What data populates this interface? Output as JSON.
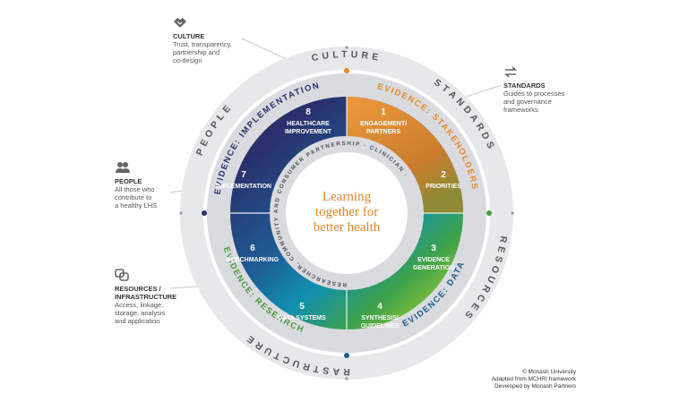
{
  "center": {
    "lines": [
      "Learning",
      "together for",
      "better health"
    ]
  },
  "inner_ring_text": "RESEARCHER, COMMUNITY AND CONSUMER PARTNERSHIP · CLINICIAN ·",
  "middle_ring": {
    "implementation": "EVIDENCE: IMPLEMENTATION",
    "stakeholders": "EVIDENCE: STAKEHOLDERS",
    "research": "EVIDENCE: RESEARCH",
    "data": "EVIDENCE: DATA"
  },
  "outer_ring": {
    "culture": "CULTURE",
    "standards": "STANDARDS",
    "infrastructure": "INFRASTRUCTURE",
    "resources": "RESOURCES",
    "people": "PEOPLE"
  },
  "segments": [
    {
      "num": "1",
      "lines": [
        "ENGAGEMENT/",
        "PARTNERS"
      ]
    },
    {
      "num": "2",
      "lines": [
        "PRIORITIES"
      ]
    },
    {
      "num": "3",
      "lines": [
        "EVIDENCE",
        "GENERATION"
      ]
    },
    {
      "num": "4",
      "lines": [
        "SYNTHESIS/",
        "GUIDELINES"
      ]
    },
    {
      "num": "5",
      "lines": [
        "DATA SYSTEMS"
      ]
    },
    {
      "num": "6",
      "lines": [
        "BENCHMARKING"
      ]
    },
    {
      "num": "7",
      "lines": [
        "IMPLEMENTATION"
      ]
    },
    {
      "num": "8",
      "lines": [
        "HEALTHCARE",
        "IMPROVEMENT"
      ]
    }
  ],
  "side_labels": {
    "culture": {
      "title": "CULTURE",
      "lines": [
        "Trust, transparency,",
        "partnership and",
        "co-design"
      ],
      "icon": "handshake-icon"
    },
    "standards": {
      "title": "STANDARDS",
      "lines": [
        "Guides to processes",
        "and governance",
        "frameworks"
      ],
      "icon": "exchange-arrows-icon"
    },
    "people": {
      "title": "PEOPLE",
      "lines": [
        "All those who",
        "contribute to",
        "a healthy LHS"
      ],
      "icon": "people-icon"
    },
    "resources": {
      "title": "RESOURCES /",
      "title2": "INFRASTRUCTURE",
      "lines": [
        "Access, linkage,",
        "storage, analysis",
        "and application"
      ],
      "icon": "linked-squares-icon"
    }
  },
  "credits": [
    "© Monash University",
    "Adapted from MCHRI framework",
    "Developed by Monash Partners"
  ],
  "colors": {
    "navy": "#2b3270",
    "blue": "#1f5d95",
    "teal": "#1a8fb0",
    "green": "#4b9a3f",
    "orange": "#e58a2a",
    "gray_ring": "#e7e8ea",
    "dark_ring": "#c6c9ce",
    "center_text": "#e0872a"
  }
}
